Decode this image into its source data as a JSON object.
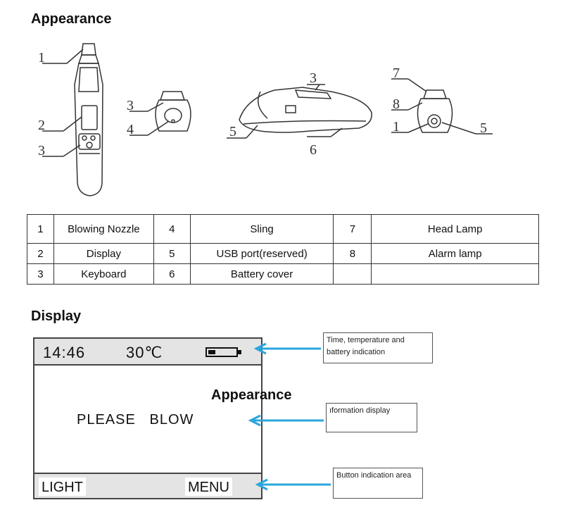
{
  "sections": {
    "appearance_title": "Appearance",
    "display_title": "Display"
  },
  "callouts": {
    "front": [
      "1",
      "2",
      "3"
    ],
    "bottom": [
      "3",
      "4"
    ],
    "side": [
      "3",
      "5",
      "6"
    ],
    "top": [
      "7",
      "8",
      "1",
      "5"
    ]
  },
  "parts_table": {
    "rows": [
      [
        {
          "num": "1",
          "name": "Blowing Nozzle"
        },
        {
          "num": "4",
          "name": "Sling"
        },
        {
          "num": "7",
          "name": "Head Lamp"
        }
      ],
      [
        {
          "num": "2",
          "name": "Display"
        },
        {
          "num": "5",
          "name": "USB port(reserved)"
        },
        {
          "num": "8",
          "name": "Alarm lamp"
        }
      ],
      [
        {
          "num": "3",
          "name": "Keyboard"
        },
        {
          "num": "6",
          "name": "Battery cover"
        },
        {
          "num": "",
          "name": ""
        }
      ]
    ]
  },
  "screen": {
    "time": "14:46",
    "temperature": "30℃",
    "battery_icon": "battery-icon",
    "message": "PLEASE   BLOW",
    "left_softkey": "LIGHT",
    "right_softkey": "MENU"
  },
  "overlay_title": "Appearance",
  "annotations": {
    "status": "Time, temperature and battery indication",
    "info": "ıformation display",
    "buttons": "Button indication area"
  },
  "colors": {
    "arrow": "#2aa6dc",
    "screen_bar": "#e4e4e4"
  }
}
